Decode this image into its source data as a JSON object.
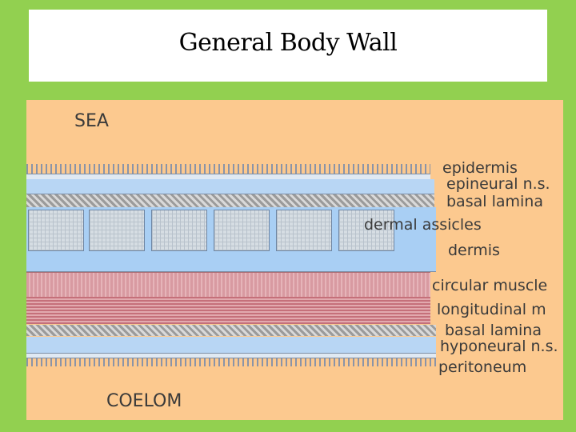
{
  "slide": {
    "title": "General Body Wall"
  },
  "diagram": {
    "region_top": "SEA",
    "region_bottom": "COELOM",
    "layer_labels": {
      "epidermis": "epidermis",
      "epineural": "epineural n.s.",
      "basal_lamina_top": "basal lamina",
      "dermal_ossicles": "dermal assicles",
      "dermis": "dermis",
      "circular_muscle": "circular muscle",
      "longitudinal_muscle": "longitudinal m",
      "basal_lamina_bottom": "basal lamina",
      "hyponeural": "hyponeural n.s.",
      "peritoneum": "peritoneum"
    },
    "ossicle_count": 6,
    "colors": {
      "background": "#92d050",
      "diagram_bg": "#fcc98f",
      "dermis": "#a9cff4",
      "muscle": "#d89aa1"
    }
  }
}
